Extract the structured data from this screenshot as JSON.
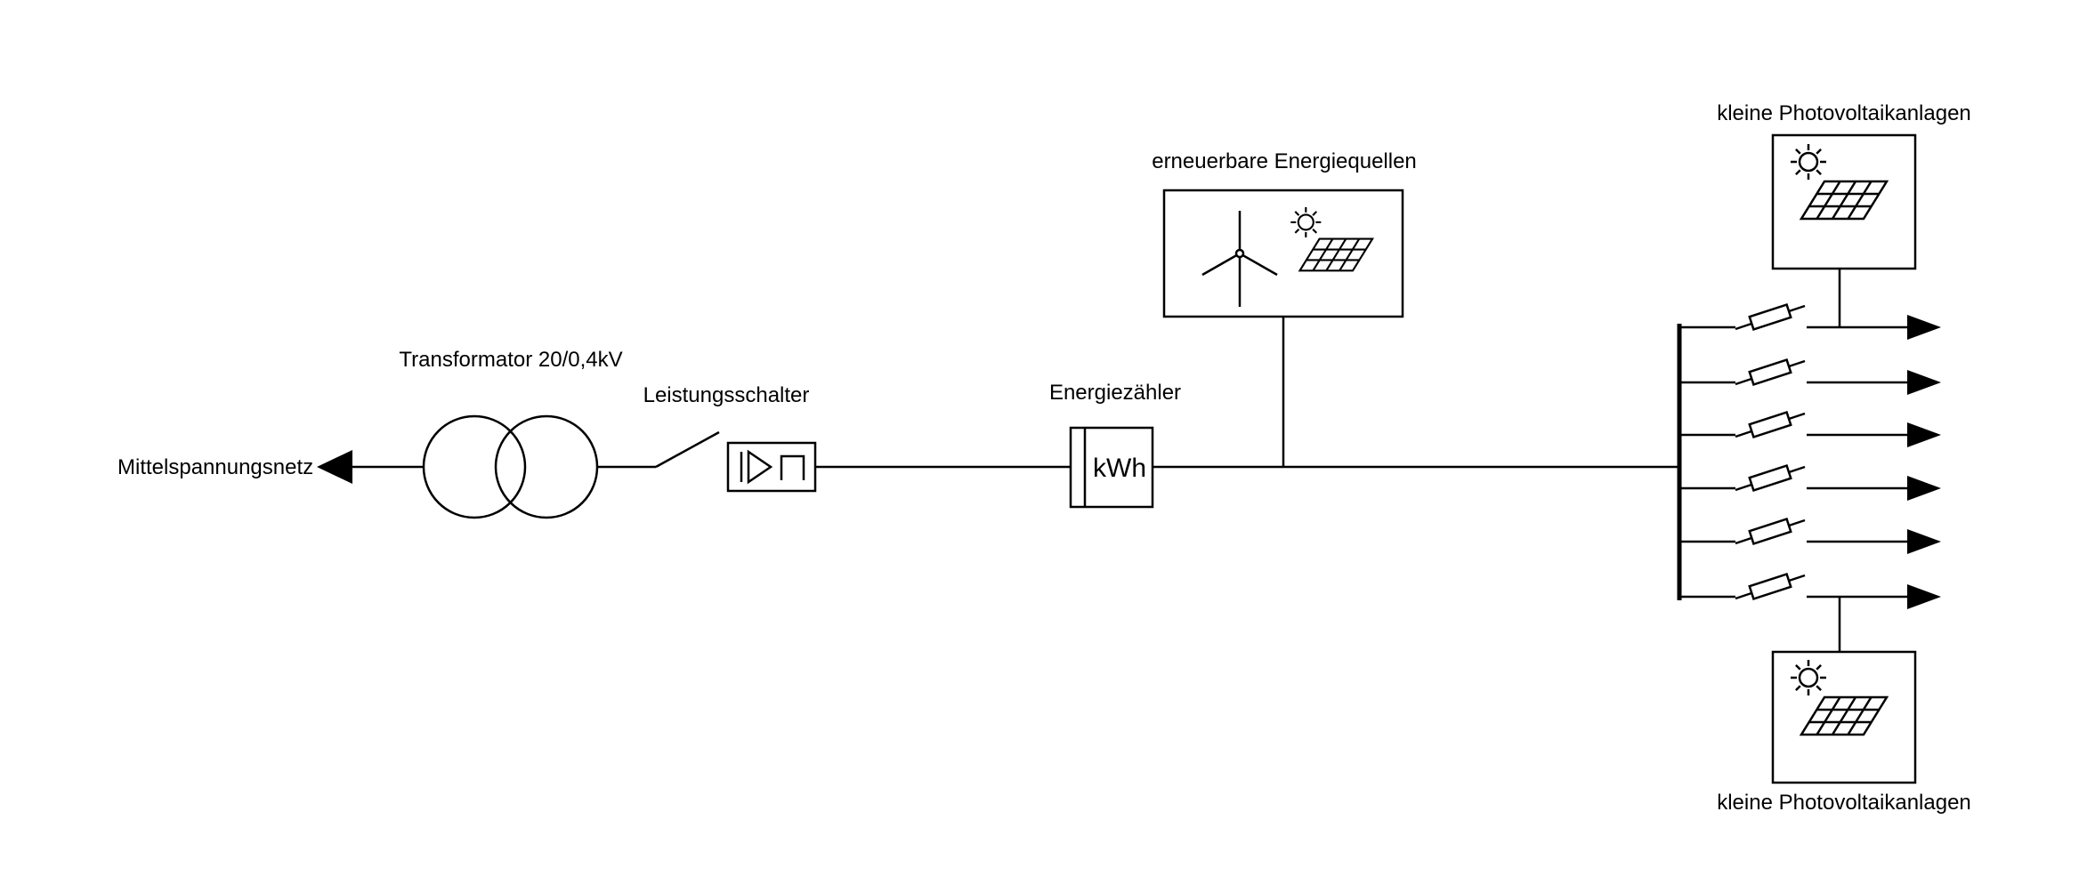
{
  "diagram": {
    "type": "single-line-electrical-diagram",
    "labels": {
      "grid": "Mittelspannungsnetz",
      "transformer": "Transformator 20/0,4kV",
      "breaker": "Leistungsschalter",
      "meter": "Energiezähler",
      "meter_unit": "kWh",
      "renewables": "erneuerbare Energiequellen",
      "pv_top": "kleine Photovoltaikanlagen",
      "pv_bottom": "kleine Photovoltaikanlagen"
    },
    "feeder_branch_count": 6,
    "colors": {
      "line": "#000000",
      "background": "#ffffff"
    }
  }
}
